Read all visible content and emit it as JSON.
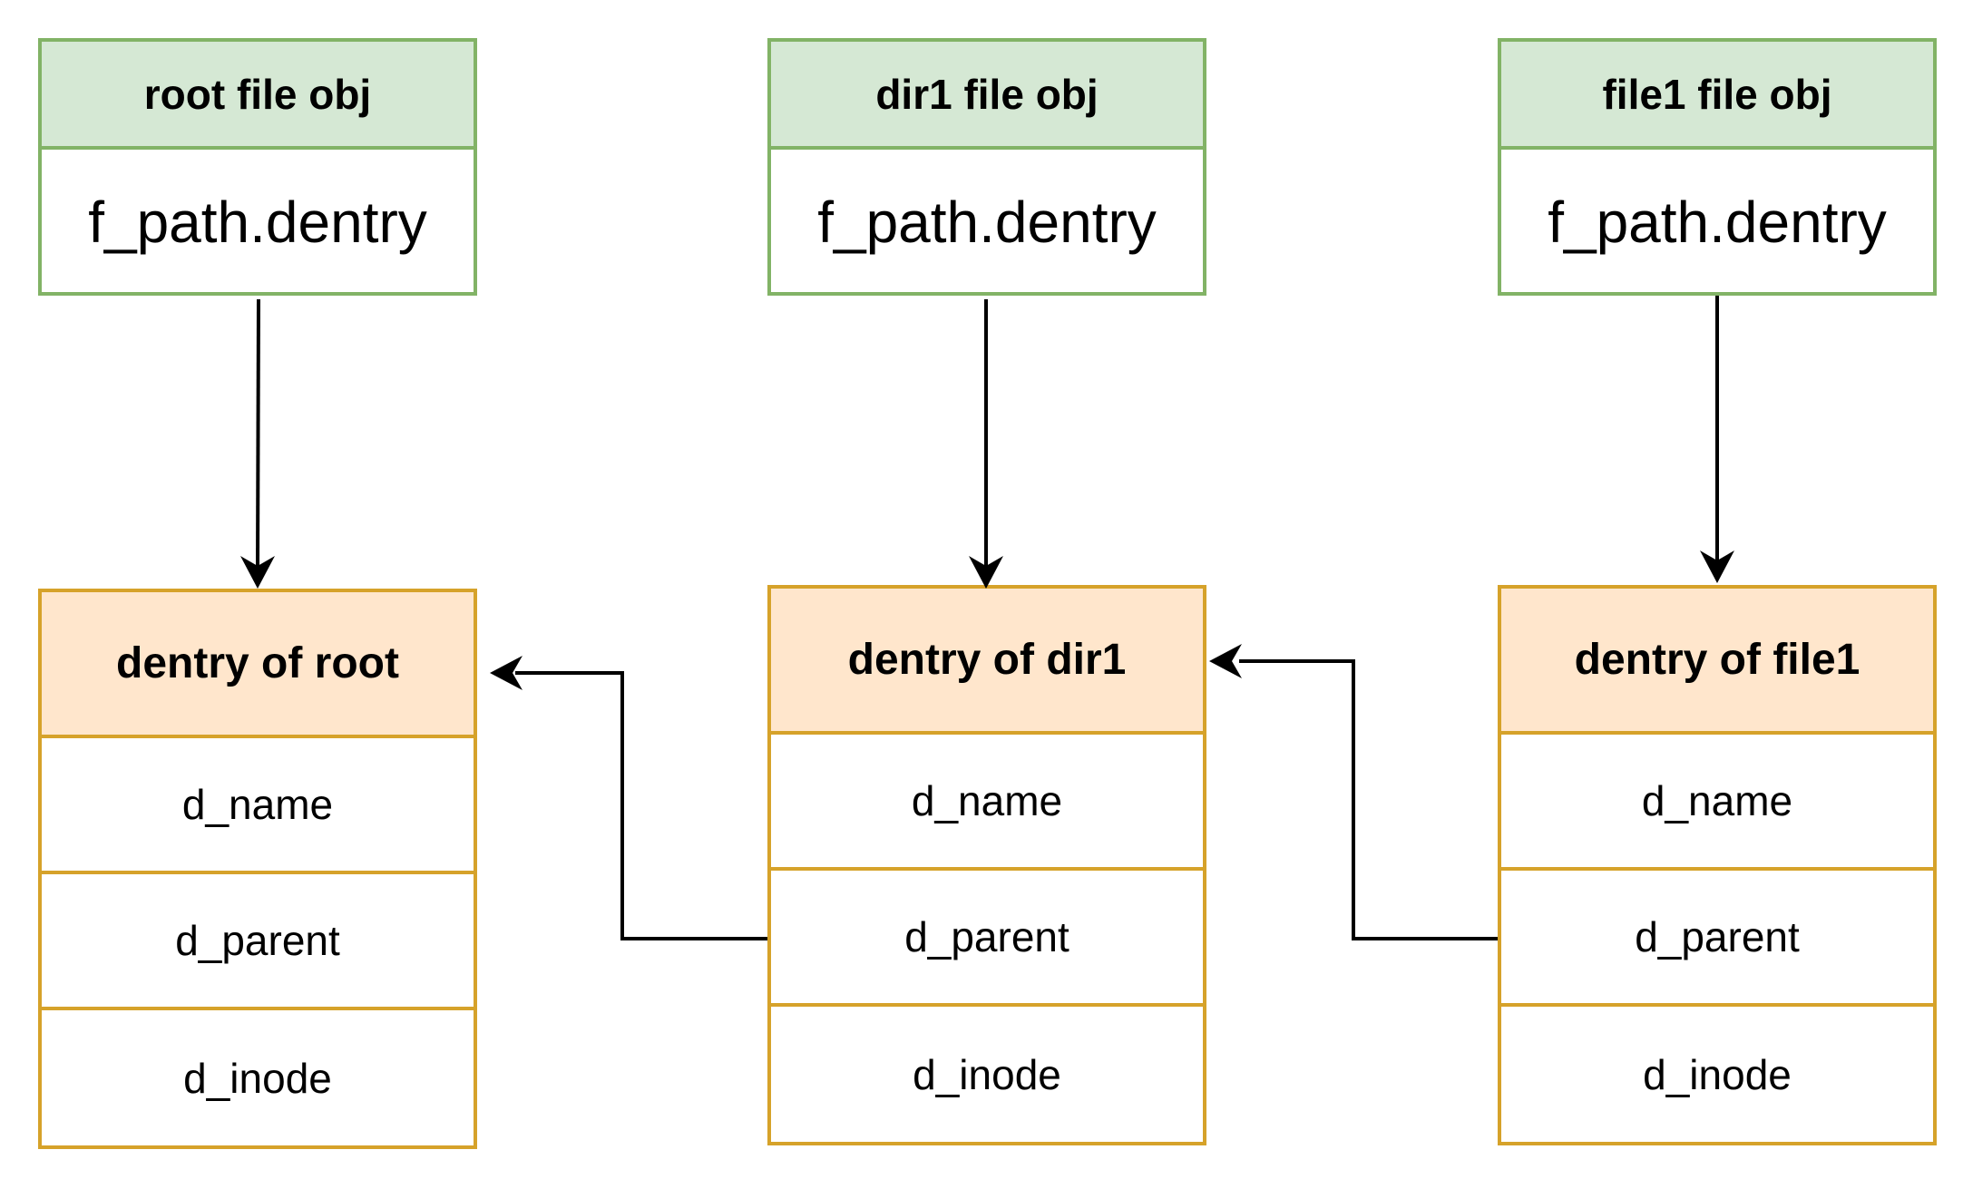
{
  "file_objects": [
    {
      "title": "root file obj",
      "field": "f_path.dentry"
    },
    {
      "title": "dir1 file obj",
      "field": "f_path.dentry"
    },
    {
      "title": "file1 file obj",
      "field": "f_path.dentry"
    }
  ],
  "dentries": [
    {
      "title": "dentry of root",
      "fields": [
        "d_name",
        "d_parent",
        "d_inode"
      ]
    },
    {
      "title": "dentry of dir1",
      "fields": [
        "d_name",
        "d_parent",
        "d_inode"
      ]
    },
    {
      "title": "dentry of file1",
      "fields": [
        "d_name",
        "d_parent",
        "d_inode"
      ]
    }
  ],
  "colors": {
    "file_header_fill": "#d5e8d4",
    "file_border": "#82b366",
    "dentry_header_fill": "#ffe6cc",
    "dentry_border": "#d6a22a",
    "arrow": "#000000"
  }
}
